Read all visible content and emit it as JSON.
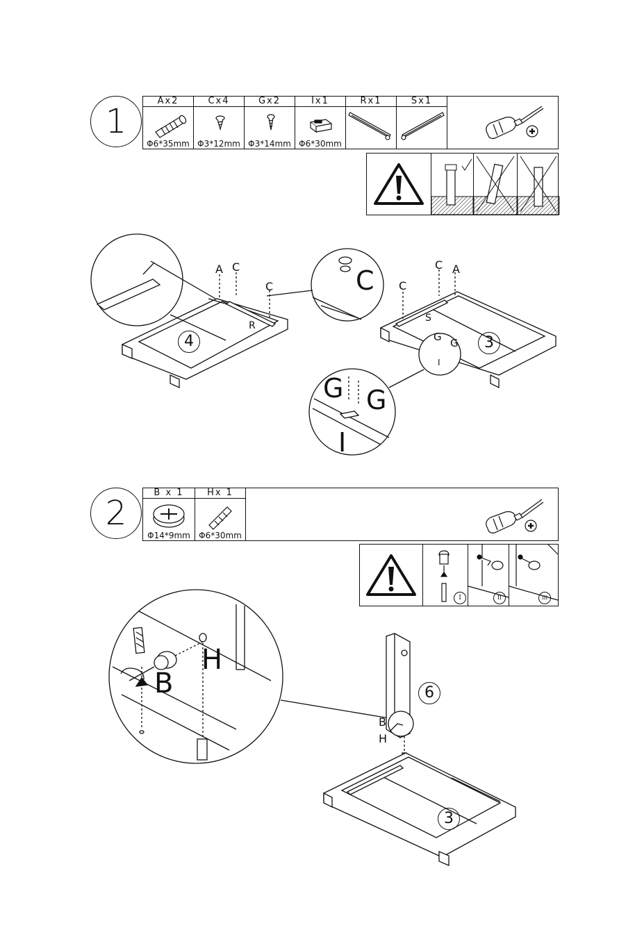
{
  "step1": {
    "number": "1",
    "parts": [
      {
        "label": "Ax2",
        "dim": "Φ6*35mm",
        "icon": "dowel-icon"
      },
      {
        "label": "Cx4",
        "dim": "Φ3*12mm",
        "icon": "screw-icon"
      },
      {
        "label": "Gx2",
        "dim": "Φ3*14mm",
        "icon": "screw-icon"
      },
      {
        "label": "Ix1",
        "dim": "Φ6*30mm",
        "icon": "block-icon"
      },
      {
        "label": "Rx1",
        "dim": "",
        "icon": "rail-icon"
      },
      {
        "label": "Sx1",
        "dim": "",
        "icon": "rail-icon"
      }
    ],
    "labels": {
      "A1": "A",
      "C1": "C",
      "C2": "C",
      "R": "R",
      "panel4": "4",
      "zoomC": "C",
      "C3": "C",
      "A2": "A",
      "C4": "C",
      "S": "S",
      "G1": "G",
      "G2": "G",
      "I1": "I",
      "panel3": "3",
      "zoomG1": "G",
      "zoomG2": "G",
      "zoomI": "I"
    }
  },
  "step2": {
    "number": "2",
    "parts": [
      {
        "label": "B x 1",
        "dim": "Φ14*9mm",
        "icon": "cam-lock-icon"
      },
      {
        "label": "Hx 1",
        "dim": "Φ6*30mm",
        "icon": "cam-bolt-icon"
      }
    ],
    "warn_steps": [
      "I",
      "II",
      "III"
    ],
    "labels": {
      "zoomB": "B",
      "zoomH": "H",
      "panel6": "6",
      "B": "B",
      "H": "H",
      "panel3": "3"
    }
  }
}
